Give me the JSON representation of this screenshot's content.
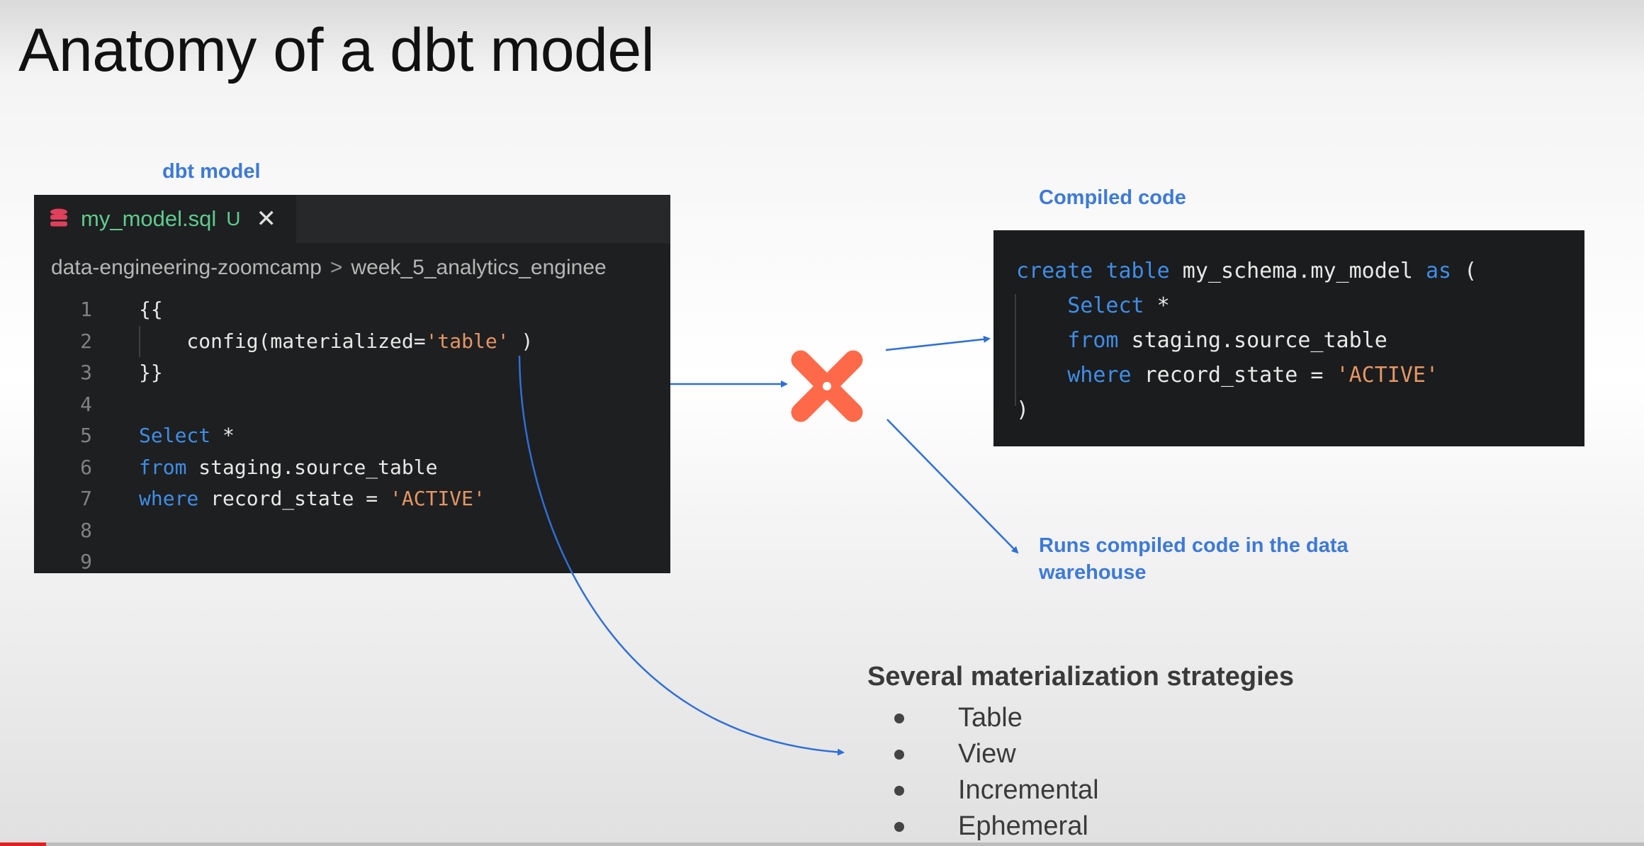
{
  "slide": {
    "title": "Anatomy of a dbt model",
    "label_dbt_model": "dbt model",
    "label_compiled": "Compiled code",
    "label_runs": "Runs compiled code in the data warehouse",
    "materialization": {
      "title": "Several materialization strategies",
      "items": [
        "Table",
        "View",
        "Incremental",
        "Ephemeral"
      ]
    }
  },
  "editor": {
    "tab_name": "my_model.sql",
    "tab_status": "U",
    "close_glyph": "✕",
    "breadcrumb": [
      "data-engineering-zoomcamp",
      "week_5_analytics_enginee"
    ],
    "breadcrumb_sep": ">",
    "lines": [
      {
        "n": "1",
        "text": "{{"
      },
      {
        "n": "2",
        "text": "    config(materialized='table' )"
      },
      {
        "n": "3",
        "text": "}}"
      },
      {
        "n": "4",
        "text": ""
      },
      {
        "n": "5",
        "text": "Select *"
      },
      {
        "n": "6",
        "text": "from staging.source_table"
      },
      {
        "n": "7",
        "text": "where record_state = 'ACTIVE'"
      },
      {
        "n": "8",
        "text": ""
      },
      {
        "n": "9",
        "text": ""
      }
    ]
  },
  "compiled": {
    "lines": [
      "create table my_schema.my_model as (",
      "    Select *",
      "    from staging.source_table",
      "    where record_state = 'ACTIVE'",
      ")"
    ]
  },
  "icons": {
    "file": "database-icon",
    "logo": "dbt-logo-icon",
    "close": "close-icon"
  },
  "colors": {
    "label_blue": "#3d7ad6",
    "keyword": "#3f8ee8",
    "string": "#e49665",
    "file_green": "#5fcb8f",
    "logo_orange": "#fe6a49",
    "arrow": "#2f6fd6",
    "progress": "#e02020"
  },
  "video_progress": 0.028
}
